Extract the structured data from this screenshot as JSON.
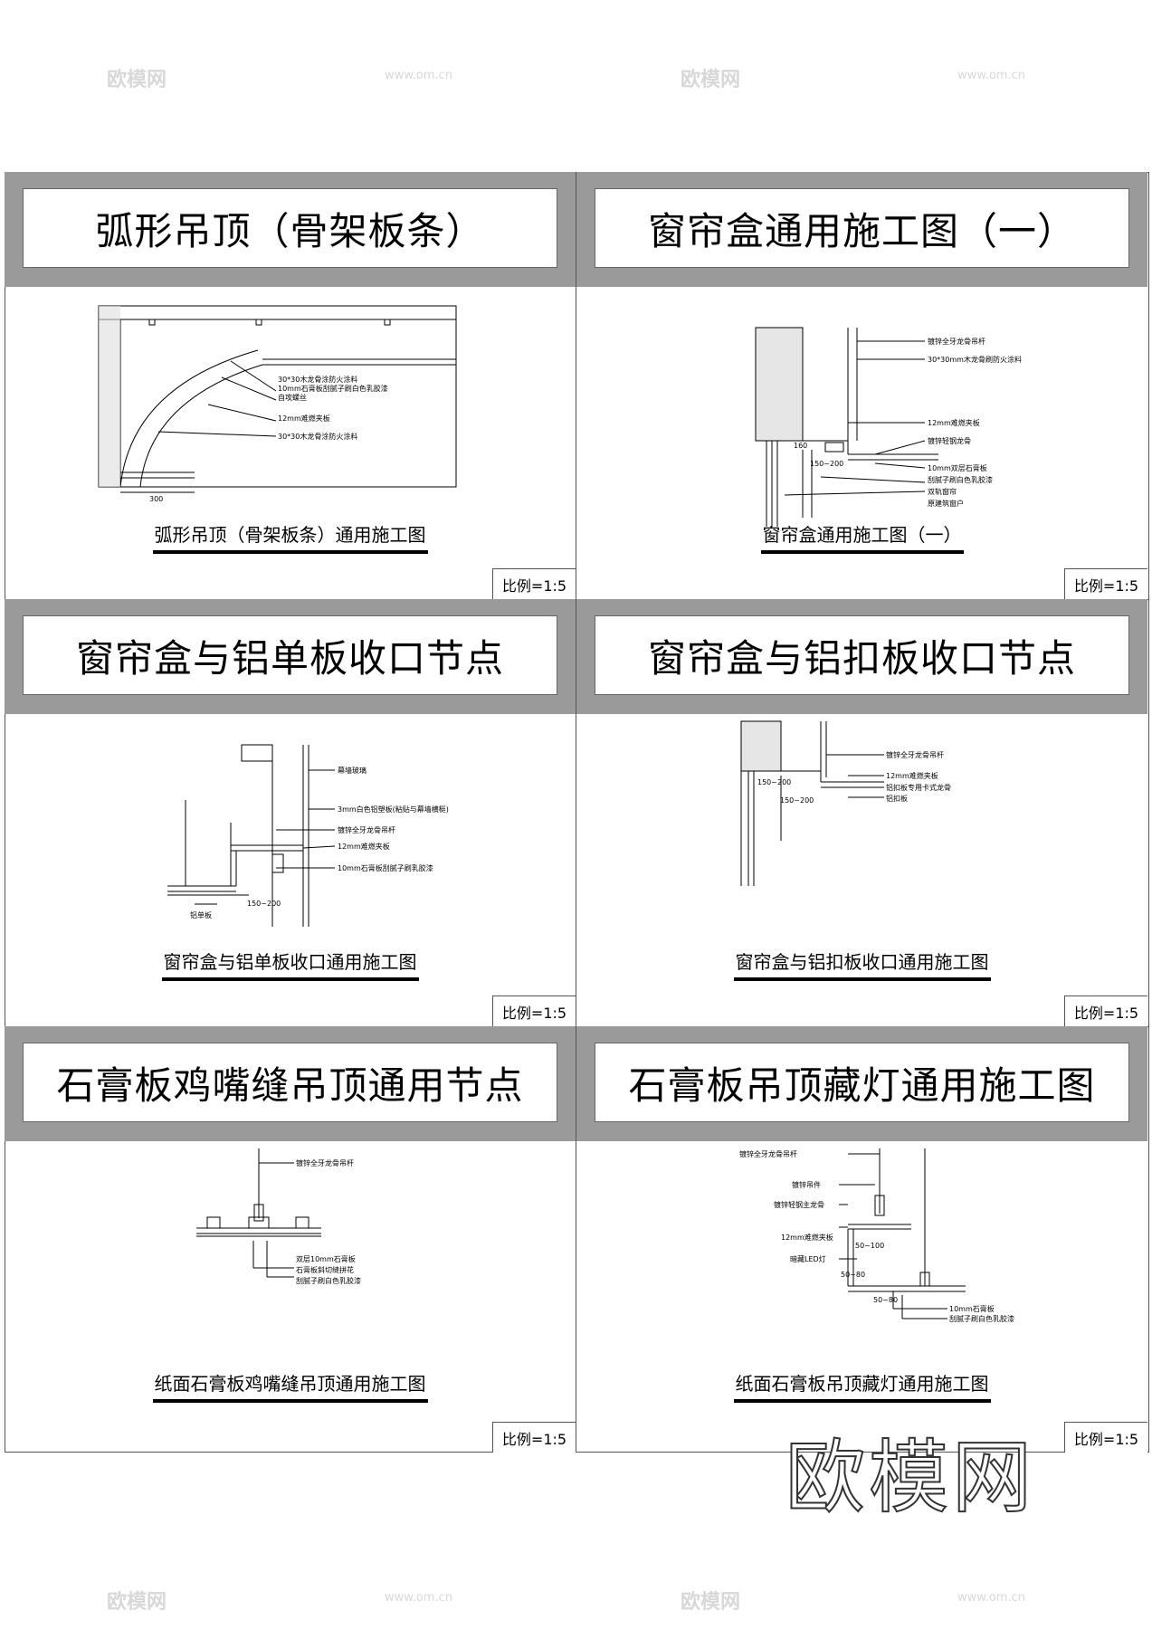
{
  "panels": [
    {
      "title": "弧形吊顶（骨架板条）",
      "caption": "弧形吊顶（骨架板条）通用施工图",
      "scale": "比例=1:5",
      "labels": [
        "30*30木龙骨涂防火涂料",
        "10mm石膏板刮腻子刷白色乳胶漆",
        "自攻螺丝",
        "12mm难燃夹板",
        "30*30木龙骨涂防火涂料"
      ],
      "dims": [
        "300"
      ]
    },
    {
      "title": "窗帘盒通用施工图（一）",
      "caption": "窗帘盒通用施工图（一）",
      "scale": "比例=1:5",
      "labels": [
        "镀锌全牙龙骨吊杆",
        "30*30mm木龙骨刷防火涂料",
        "12mm难燃夹板",
        "镀锌轻钢龙骨",
        "10mm双层石膏板",
        "刮腻子刷白色乳胶漆",
        "双轨窗帘",
        "原建筑窗户"
      ],
      "dims": [
        "160",
        "150~200"
      ]
    },
    {
      "title": "窗帘盒与铝单板收口节点",
      "caption": "窗帘盒与铝单板收口通用施工图",
      "scale": "比例=1:5",
      "labels": [
        "幕墙玻璃",
        "3mm白色铝塑板(粘贴与幕墙横梃)",
        "镀锌全牙龙骨吊杆",
        "12mm难燃夹板",
        "10mm石膏板刮腻子刷乳胶漆",
        "铝单板"
      ],
      "dims": [
        "150~200"
      ]
    },
    {
      "title": "窗帘盒与铝扣板收口节点",
      "caption": "窗帘盒与铝扣板收口通用施工图",
      "scale": "比例=1:5",
      "labels": [
        "镀锌全牙龙骨吊杆",
        "12mm难燃夹板",
        "铝扣板专用卡式龙骨",
        "铝扣板"
      ],
      "dims": [
        "150~200",
        "150~200"
      ]
    },
    {
      "title": "石膏板鸡嘴缝吊顶通用节点",
      "caption": "纸面石膏板鸡嘴缝吊顶通用施工图",
      "scale": "比例=1:5",
      "labels": [
        "镀锌全牙龙骨吊杆",
        "双层10mm石膏板",
        "石膏板斜切缝拼花",
        "刮腻子刷白色乳胶漆"
      ],
      "dims": []
    },
    {
      "title": "石膏板吊顶藏灯通用施工图",
      "caption": "纸面石膏板吊顶藏灯通用施工图",
      "scale": "比例=1:5",
      "labels": [
        "镀锌全牙龙骨吊杆",
        "镀锌吊件",
        "镀锌轻钢主龙骨",
        "12mm难燃夹板",
        "暗藏LED灯",
        "10mm石膏板",
        "刮腻子刷白色乳胶漆"
      ],
      "dims": [
        "50~100",
        "50~80",
        "50~80"
      ]
    }
  ],
  "watermark": {
    "brand": "欧模网",
    "url": "www.om.cn"
  }
}
